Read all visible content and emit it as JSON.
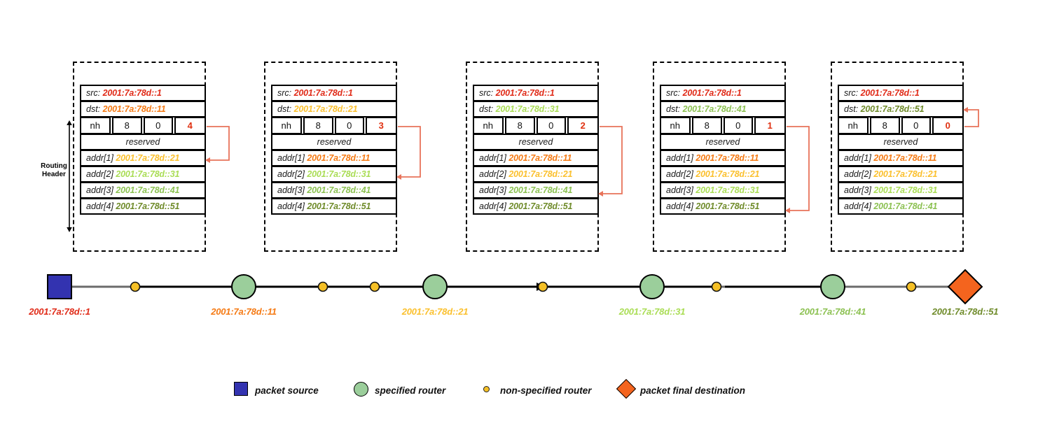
{
  "diagram": {
    "routing_header_bracket_label": "Routing\nHeader",
    "routing_header_label_line1": "Routing",
    "routing_header_label_line2": "Header"
  },
  "colors": {
    "addr_1": "#e02b18",
    "addr_11": "#f57a14",
    "addr_21": "#fbc02d",
    "addr_31": "#aadd55",
    "addr_41": "#8cc152",
    "addr_51": "#6f8b2a",
    "segments_left": "#e03010",
    "source_node": "#3333b0",
    "specified_router": "#9bce9b",
    "non_specified_router": "#f5c026",
    "final_destination": "#f4641e",
    "connector": "#e8735a"
  },
  "packets": [
    {
      "name": "packet-at-source",
      "src_label": "src:",
      "src_value": "2001:7a:78d::1",
      "src_color": "#e02b18",
      "dst_label": "dst:",
      "dst_value": "2001:7a:78d::11",
      "dst_color": "#f57a14",
      "nh": "nh",
      "hdr_ext_len": "8",
      "routing_type": "0",
      "segments_left": "4",
      "reserved": "reserved",
      "addrs": [
        {
          "label": "addr[1]",
          "value": "2001:7a:78d::21",
          "color": "#fbc02d"
        },
        {
          "label": "addr[2]",
          "value": "2001:7a:78d::31",
          "color": "#aadd55"
        },
        {
          "label": "addr[3]",
          "value": "2001:7a:78d::41",
          "color": "#8cc152"
        },
        {
          "label": "addr[4]",
          "value": "2001:7a:78d::51",
          "color": "#6f8b2a"
        }
      ],
      "arrow_target_row": 1
    },
    {
      "name": "packet-after-router-11",
      "src_label": "src:",
      "src_value": "2001:7a:78d::1",
      "src_color": "#e02b18",
      "dst_label": "dst:",
      "dst_value": "2001:7a:78d::21",
      "dst_color": "#fbc02d",
      "nh": "nh",
      "hdr_ext_len": "8",
      "routing_type": "0",
      "segments_left": "3",
      "reserved": "reserved",
      "addrs": [
        {
          "label": "addr[1]",
          "value": "2001:7a:78d::11",
          "color": "#f57a14"
        },
        {
          "label": "addr[2]",
          "value": "2001:7a:78d::31",
          "color": "#aadd55"
        },
        {
          "label": "addr[3]",
          "value": "2001:7a:78d::41",
          "color": "#8cc152"
        },
        {
          "label": "addr[4]",
          "value": "2001:7a:78d::51",
          "color": "#6f8b2a"
        }
      ],
      "arrow_target_row": 2
    },
    {
      "name": "packet-after-router-21",
      "src_label": "src:",
      "src_value": "2001:7a:78d::1",
      "src_color": "#e02b18",
      "dst_label": "dst:",
      "dst_value": "2001:7a:78d::31",
      "dst_color": "#aadd55",
      "nh": "nh",
      "hdr_ext_len": "8",
      "routing_type": "0",
      "segments_left": "2",
      "reserved": "reserved",
      "addrs": [
        {
          "label": "addr[1]",
          "value": "2001:7a:78d::11",
          "color": "#f57a14"
        },
        {
          "label": "addr[2]",
          "value": "2001:7a:78d::21",
          "color": "#fbc02d"
        },
        {
          "label": "addr[3]",
          "value": "2001:7a:78d::41",
          "color": "#8cc152"
        },
        {
          "label": "addr[4]",
          "value": "2001:7a:78d::51",
          "color": "#6f8b2a"
        }
      ],
      "arrow_target_row": 3
    },
    {
      "name": "packet-after-router-31",
      "src_label": "src:",
      "src_value": "2001:7a:78d::1",
      "src_color": "#e02b18",
      "dst_label": "dst:",
      "dst_value": "2001:7a:78d::41",
      "dst_color": "#8cc152",
      "nh": "nh",
      "hdr_ext_len": "8",
      "routing_type": "0",
      "segments_left": "1",
      "reserved": "reserved",
      "addrs": [
        {
          "label": "addr[1]",
          "value": "2001:7a:78d::11",
          "color": "#f57a14"
        },
        {
          "label": "addr[2]",
          "value": "2001:7a:78d::21",
          "color": "#fbc02d"
        },
        {
          "label": "addr[3]",
          "value": "2001:7a:78d::31",
          "color": "#aadd55"
        },
        {
          "label": "addr[4]",
          "value": "2001:7a:78d::51",
          "color": "#6f8b2a"
        }
      ],
      "arrow_target_row": 4
    },
    {
      "name": "packet-after-router-41",
      "src_label": "src:",
      "src_value": "2001:7a:78d::1",
      "src_color": "#e02b18",
      "dst_label": "dst:",
      "dst_value": "2001:7a:78d::51",
      "dst_color": "#6f8b2a",
      "nh": "nh",
      "hdr_ext_len": "8",
      "routing_type": "0",
      "segments_left": "0",
      "reserved": "reserved",
      "addrs": [
        {
          "label": "addr[1]",
          "value": "2001:7a:78d::11",
          "color": "#f57a14"
        },
        {
          "label": "addr[2]",
          "value": "2001:7a:78d::21",
          "color": "#fbc02d"
        },
        {
          "label": "addr[3]",
          "value": "2001:7a:78d::31",
          "color": "#aadd55"
        },
        {
          "label": "addr[4]",
          "value": "2001:7a:78d::41",
          "color": "#8cc152"
        }
      ],
      "arrow_target_row": 0
    }
  ],
  "topology": {
    "nodes": [
      {
        "name": "packet-source",
        "type": "source-square",
        "label": "2001:7a:78d::1",
        "label_color": "#e02b18"
      },
      {
        "name": "non-specified-router-1",
        "type": "small-dot",
        "label": "",
        "label_color": ""
      },
      {
        "name": "specified-router-11",
        "type": "router-circle",
        "label": "2001:7a:78d::11",
        "label_color": "#f57a14"
      },
      {
        "name": "non-specified-router-2",
        "type": "small-dot",
        "label": "",
        "label_color": ""
      },
      {
        "name": "non-specified-router-3",
        "type": "small-dot",
        "label": "",
        "label_color": ""
      },
      {
        "name": "specified-router-21",
        "type": "router-circle",
        "label": "2001:7a:78d::21",
        "label_color": "#fbc02d"
      },
      {
        "name": "non-specified-router-4",
        "type": "small-dot",
        "label": "",
        "label_color": ""
      },
      {
        "name": "specified-router-31",
        "type": "router-circle",
        "label": "2001:7a:78d::31",
        "label_color": "#aadd55"
      },
      {
        "name": "non-specified-router-5",
        "type": "small-dot",
        "label": "",
        "label_color": ""
      },
      {
        "name": "specified-router-41",
        "type": "router-circle",
        "label": "2001:7a:78d::41",
        "label_color": "#8cc152"
      },
      {
        "name": "non-specified-router-6",
        "type": "small-dot",
        "label": "",
        "label_color": ""
      },
      {
        "name": "packet-final-destination",
        "type": "destination-diamond",
        "label": "2001:7a:78d::51",
        "label_color": "#6f8b2a"
      }
    ]
  },
  "legend": {
    "items": [
      {
        "icon": "square-icon",
        "label": "packet source"
      },
      {
        "icon": "circle-icon",
        "label": "specified router"
      },
      {
        "icon": "small-dot-icon",
        "label": "non-specified router"
      },
      {
        "icon": "diamond-icon",
        "label": "packet final destination"
      }
    ]
  }
}
